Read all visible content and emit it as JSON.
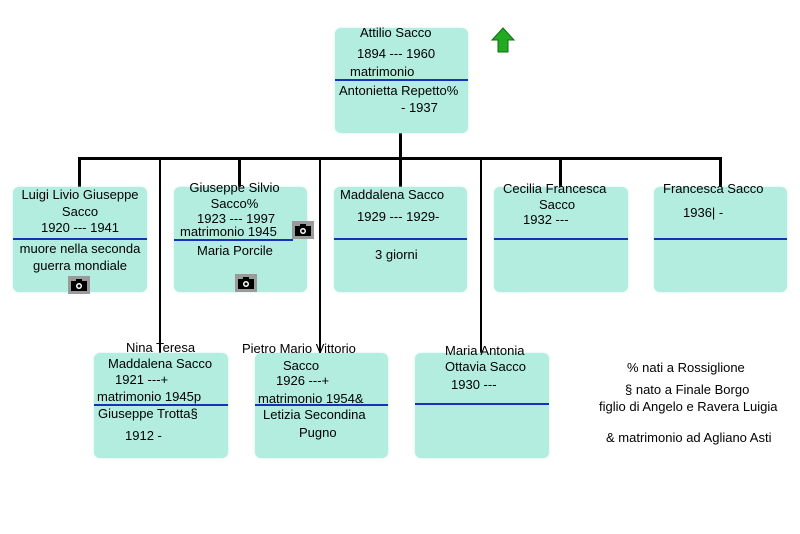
{
  "root": {
    "name": "Attilio Sacco",
    "dates": "1894 --- 1960",
    "marriage": "matrimonio",
    "spouse": "Antonietta Repetto%",
    "spouse_dates": "- 1937",
    "up_icon": "up-arrow-icon"
  },
  "children": [
    {
      "name_line1": "Luigi Livio Giuseppe",
      "name_line2": "Sacco",
      "dates": "1920 --- 1941",
      "note_line1": "muore nella seconda",
      "note_line2": "guerra mondiale",
      "icon": "camera-icon"
    },
    {
      "name_line1": "Giuseppe Silvio",
      "name_line2": "Sacco%",
      "dates": "1923 --- 1997",
      "marriage": "matrimonio 1945",
      "spouse": "Maria Porcile",
      "icon": "camera-icon"
    },
    {
      "name_line1": "Maddalena Sacco",
      "dates": "1929 --- 1929-",
      "note_line1": "3 giorni"
    },
    {
      "name_line1": "Cecilia Francesca",
      "name_line2": "Sacco",
      "dates": "1932 ---"
    },
    {
      "name_line1": "Francesca Sacco",
      "dates": "1936| -"
    },
    {
      "name_line1": "Nina Teresa",
      "name_line2": "Maddalena Sacco",
      "dates": "1921 ---+",
      "marriage": "matrimonio 1945p",
      "spouse": "Giuseppe Trotta§",
      "spouse_dates": "1912 -"
    },
    {
      "name_line1": "Pietro Mario Vittorio",
      "name_line2": "Sacco",
      "dates": "1926 ---+",
      "marriage": "matrimonio 1954&",
      "spouse": "Letizia Secondina",
      "spouse_line2": "Pugno"
    },
    {
      "name_line1": "Maria Antonia",
      "name_line2": "Ottavia Sacco",
      "dates": "1930 ---"
    }
  ],
  "legend": {
    "line1": "% nati a Rossiglione",
    "line2": "§ nato a Finale Borgo",
    "line3": "figlio di Angelo e Ravera Luigia",
    "line4": "& matrimonio ad Agliano Asti"
  },
  "colors": {
    "box": "#b2ede0",
    "separator": "#1b2fbf",
    "connector": "#000000",
    "arrow": "#22aa22"
  }
}
